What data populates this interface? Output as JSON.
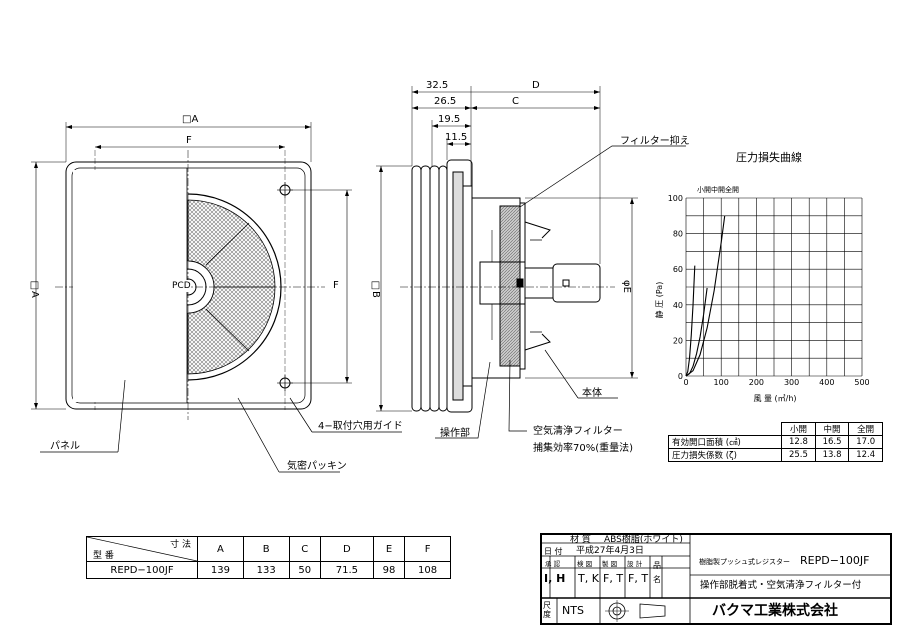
{
  "front_view": {
    "dim_labels": {
      "overall_a": "□A",
      "hole_pitch_top": "F",
      "hole_pitch_side": "F",
      "overall_side": "□A",
      "pcd": "PCD"
    }
  },
  "side_view": {
    "dim_labels": {
      "d_32_5": "32.5",
      "d_26_5": "26.5",
      "d_19_5": "19.5",
      "d_11_5": "11.5",
      "d_total": "D",
      "d_c": "C",
      "d_b": "□B",
      "d_e": "φE"
    }
  },
  "callouts": {
    "filter_holder": "フィルター抑え",
    "panel": "パネル",
    "mounting_guide": "4−取付穴用ガイド",
    "airtight_packing": "気密パッキン",
    "operating_part": "操作部",
    "air_filter": "空気清浄フィルター",
    "collection_efficiency": "捕集効率70%(重量法)",
    "body": "本体"
  },
  "pressure_chart": {
    "title": "圧力損失曲線",
    "curve_label": "小開中開全開",
    "ylabel": "静 圧 (Pa)",
    "xlabel": "風 量 (㎥/h)",
    "x_ticks": [
      "0",
      "100",
      "200",
      "300",
      "400",
      "500"
    ],
    "y_ticks": [
      "0",
      "20",
      "40",
      "60",
      "80",
      "100"
    ]
  },
  "chart_data": {
    "type": "line",
    "title": "圧力損失曲線",
    "xlabel": "風 量 (㎥/h)",
    "ylabel": "静 圧 (Pa)",
    "xlim": [
      0,
      500
    ],
    "ylim": [
      0,
      100
    ],
    "grid": true,
    "series": [
      {
        "name": "小開",
        "x": [
          0,
          5,
          10,
          15,
          20,
          25
        ],
        "y": [
          0,
          2.5,
          10,
          23,
          40,
          62
        ]
      },
      {
        "name": "中開",
        "x": [
          0,
          10,
          20,
          30,
          40,
          50,
          60
        ],
        "y": [
          0,
          1.3,
          5.5,
          12.5,
          22,
          34.5,
          49.5
        ]
      },
      {
        "name": "全開",
        "x": [
          0,
          20,
          40,
          60,
          80,
          100,
          110
        ],
        "y": [
          0,
          3,
          12,
          27,
          48,
          75,
          90
        ]
      }
    ]
  },
  "perf_table": {
    "headers": [
      "小開",
      "中開",
      "全開"
    ],
    "rows": [
      {
        "label": "有効開口面積 (㎠)",
        "values": [
          "12.8",
          "16.5",
          "17.0"
        ]
      },
      {
        "label": "圧力損失係数 (ζ)",
        "values": [
          "25.5",
          "13.8",
          "12.4"
        ]
      }
    ]
  },
  "dim_table": {
    "corner_top": "寸 法",
    "corner_bottom": "型 番",
    "columns": [
      "A",
      "B",
      "C",
      "D",
      "E",
      "F"
    ],
    "model": "REPD−100JF",
    "values": [
      "139",
      "133",
      "50",
      "71.5",
      "98",
      "108"
    ]
  },
  "title_block": {
    "material_label": "材 質",
    "material": "ABS樹脂(ホワイト)",
    "date_label": "日 付",
    "date": "平成27年4月3日",
    "roles": [
      "承 認",
      "検 図",
      "製 図",
      "設 計"
    ],
    "stamps": [
      "I, H",
      "T, K",
      "F, T",
      "F, T"
    ],
    "name_label": "品 名",
    "product_desc": "樹脂製プッシュ式レジスター",
    "product_model": "REPD−100JF",
    "product_feature": "操作部脱着式・空気清浄フィルター付",
    "scale_label": "尺 度",
    "scale": "NTS",
    "company": "バクマ工業株式会社"
  }
}
